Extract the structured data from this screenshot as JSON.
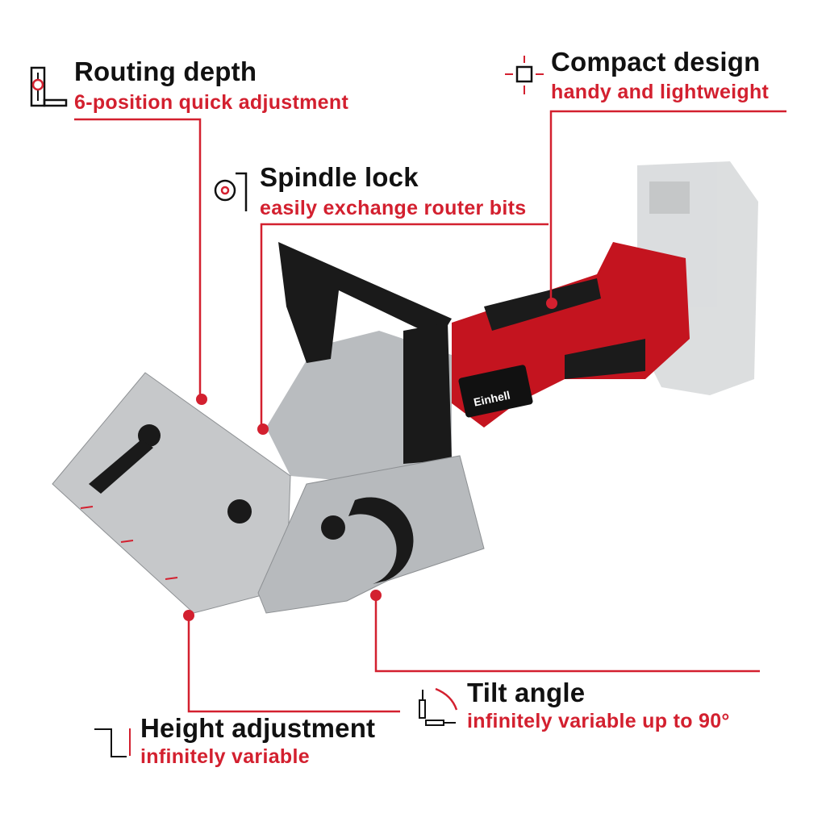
{
  "colors": {
    "accent": "#d3202f",
    "text": "#111111",
    "body_gray": "#b9bcbf"
  },
  "product": {
    "brand": "Einhell",
    "icon": "biscuit-joiner-image"
  },
  "features": [
    {
      "title": "Routing depth",
      "subtitle": "6-position quick adjustment",
      "icon": "depth-gauge-icon"
    },
    {
      "title": "Spindle lock",
      "subtitle": "easily exchange router bits",
      "icon": "spindle-lock-icon"
    },
    {
      "title": "Compact design",
      "subtitle": "handy and lightweight",
      "icon": "compact-design-icon"
    },
    {
      "title": "Tilt angle",
      "subtitle": "infinitely variable up to 90°",
      "icon": "tilt-angle-icon"
    },
    {
      "title": "Height adjustment",
      "subtitle": "infinitely variable",
      "icon": "height-adjustment-icon"
    }
  ]
}
